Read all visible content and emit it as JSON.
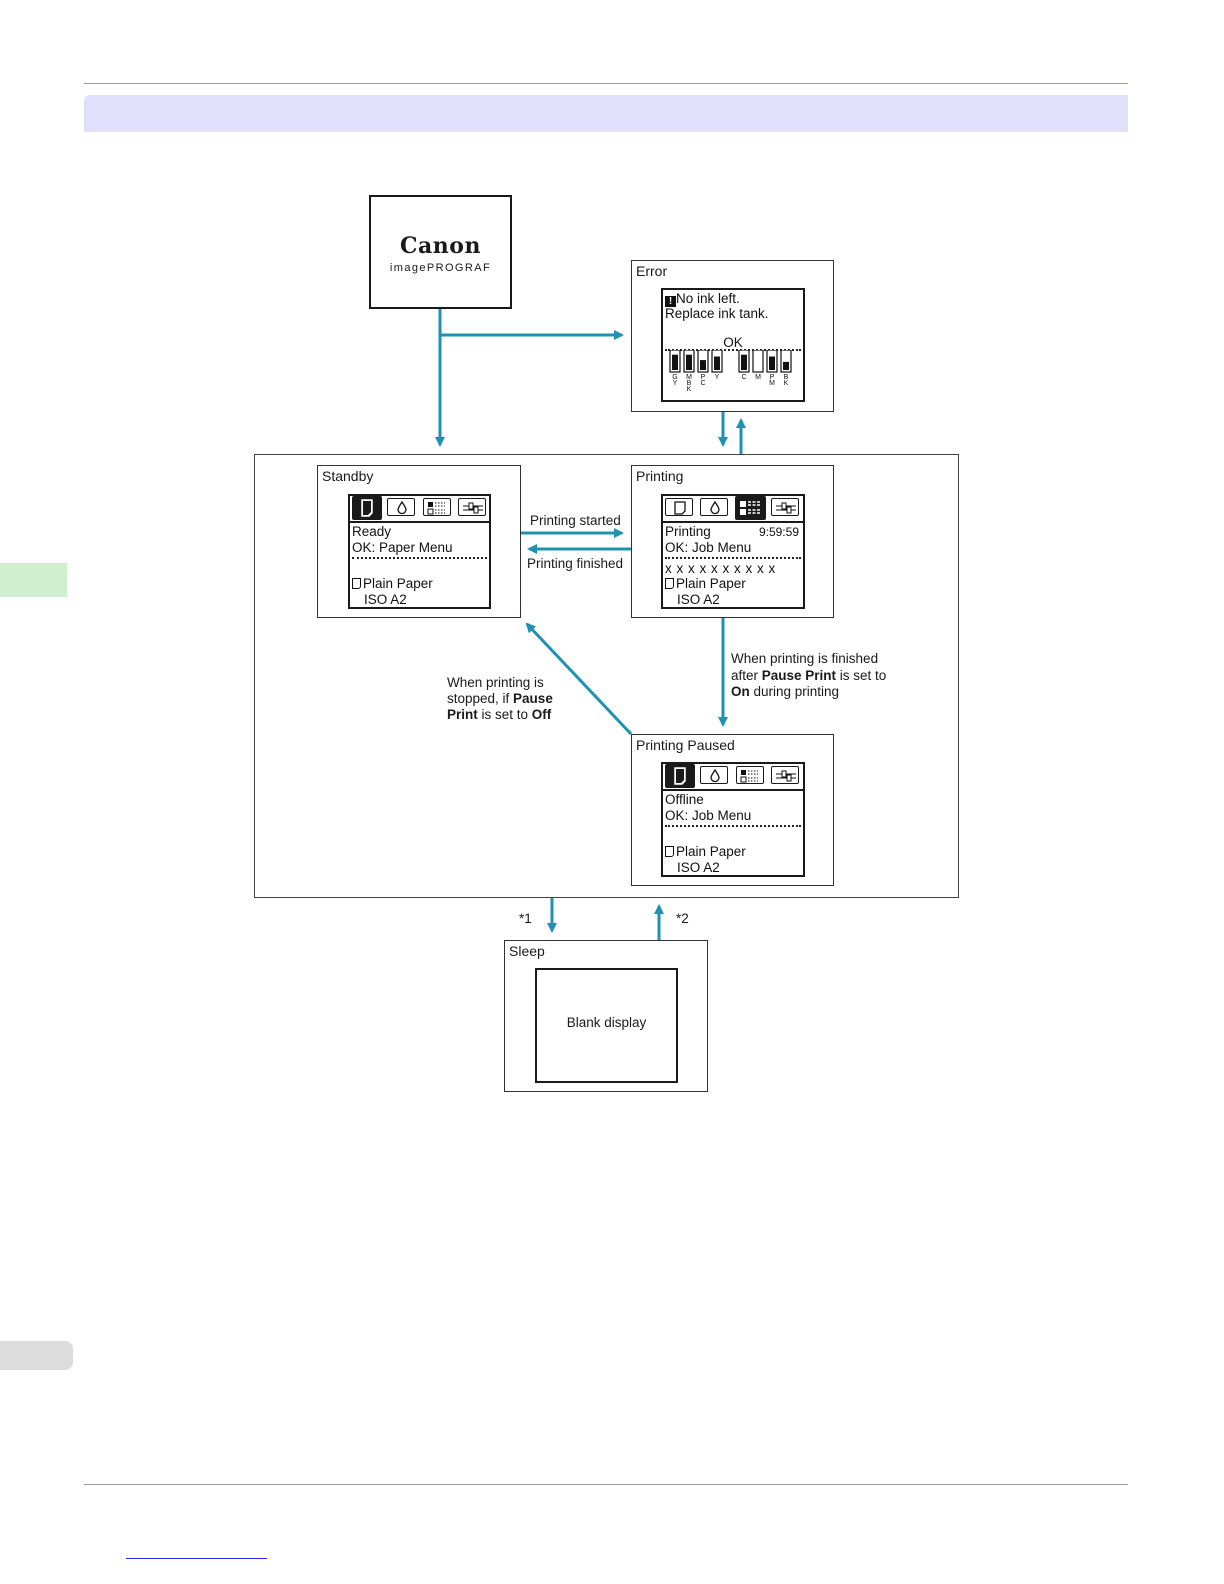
{
  "logo": {
    "brand": "Canon",
    "product": "imagePROGRAF"
  },
  "error": {
    "title": "Error",
    "message_line1": "No ink left.",
    "message_line2": "Replace ink tank.",
    "ok": "OK",
    "ink_labels_left": [
      "G\nY",
      "M\nB\nK",
      "P\nC",
      "Y"
    ],
    "ink_labels_right": [
      "C",
      "M",
      "P\nM",
      "B\nK"
    ],
    "ink_levels_left": [
      0.85,
      0.85,
      0.55,
      0.75
    ],
    "ink_levels_right": [
      0.85,
      0.0,
      0.75,
      0.45
    ]
  },
  "standby": {
    "title": "Standby",
    "line1": "Ready",
    "line2": "OK: Paper Menu",
    "paper": "Plain Paper",
    "size": "ISO A2"
  },
  "printing": {
    "title": "Printing",
    "line1": "Printing",
    "time": "9:59:59",
    "line2": "OK: Job Menu",
    "job": "x x x x x x x x x x",
    "paper": "Plain Paper",
    "size": "ISO A2"
  },
  "paused": {
    "title": "Printing Paused",
    "line1": "Offline",
    "line2": "OK: Job Menu",
    "paper": "Plain Paper",
    "size": "ISO A2"
  },
  "sleep": {
    "title": "Sleep",
    "display": "Blank display"
  },
  "transitions": {
    "started": "Printing started",
    "finished": "Printing finished",
    "to_paused_1": "When printing is finished",
    "to_paused_2_pre": "after ",
    "to_paused_2_bold": "Pause Print",
    "to_paused_2_post": " is set to",
    "to_paused_3_bold": "On",
    "to_paused_3_post": " during printing",
    "to_standby_1": "When printing is",
    "to_standby_2_pre": "stopped, if ",
    "to_standby_2_bold": "Pause",
    "to_standby_3_bold1": "Print",
    "to_standby_3_mid": " is set to ",
    "to_standby_3_bold2": "Off",
    "note1": "*1",
    "note2": "*2"
  },
  "colors": {
    "arrow": "#1e91b4",
    "header_band": "#e0e0fd",
    "side_tab": "#cfefcf"
  }
}
